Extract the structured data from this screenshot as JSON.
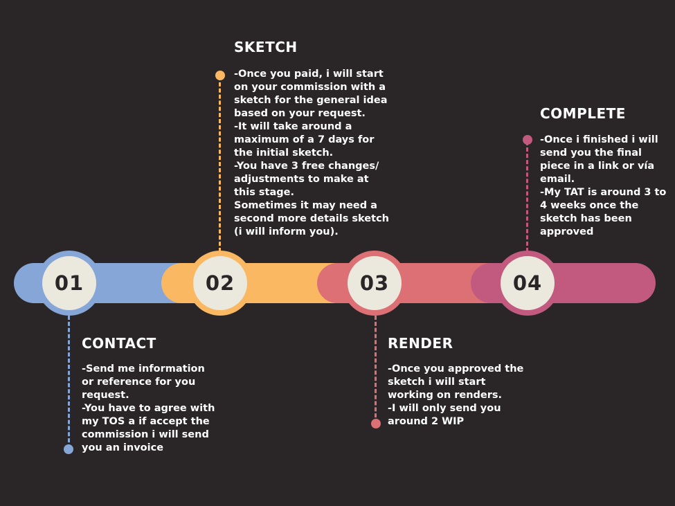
{
  "colors": {
    "background": "#2a2627",
    "step1": "#86a6d8",
    "step2": "#fbb862",
    "step3": "#dc7074",
    "step4": "#c25a7f",
    "circle_fill": "#ebe8dd",
    "text": "#ffffff"
  },
  "steps": [
    {
      "number": "01",
      "title": "CONTACT",
      "lines": [
        "-Send me information",
        "or reference for you",
        "request.",
        "-You have to agree with",
        "my TOS a if accept the",
        "commission i will send",
        "you an invoice"
      ]
    },
    {
      "number": "02",
      "title": "SKETCH",
      "lines": [
        "-Once you paid, i will start",
        "on your commission with a",
        "sketch for the general idea",
        "based on your request.",
        "-It will take around a",
        "maximum of a 7 days for",
        "the initial sketch.",
        "-You have 3 free changes/",
        "adjustments to make at",
        "this stage.",
        "Sometimes it may need a",
        "second more details sketch",
        "(i will inform you)."
      ]
    },
    {
      "number": "03",
      "title": "RENDER",
      "lines": [
        "-Once you approved the",
        "sketch i will start",
        "working on renders.",
        "-I will only send you",
        "around 2 WIP"
      ]
    },
    {
      "number": "04",
      "title": "COMPLETE",
      "lines": [
        "-Once i finished i will",
        "send you the final",
        "piece in a link or vía",
        "email.",
        "-My TAT is around 3 to",
        "4 weeks once the",
        "sketch has been",
        "approved"
      ]
    }
  ]
}
